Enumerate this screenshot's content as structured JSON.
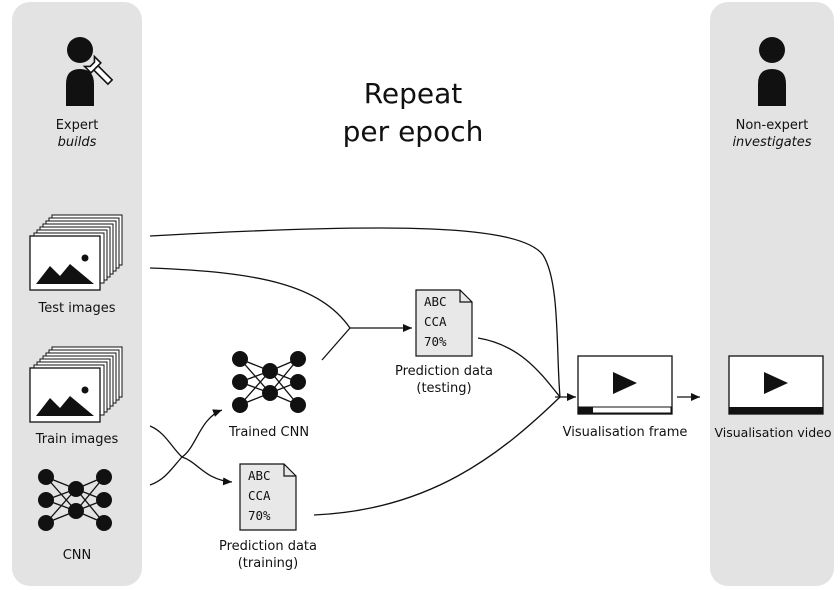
{
  "title": {
    "line1": "Repeat",
    "line2": "per epoch"
  },
  "expert": {
    "role": "Expert",
    "action": "builds",
    "icon": "expert-wrench-icon"
  },
  "non_expert": {
    "role": "Non-expert",
    "action": "investigates",
    "icon": "person-icon"
  },
  "inputs": {
    "test_images": "Test images",
    "train_images": "Train images",
    "cnn": "CNN"
  },
  "trained_cnn": "Trained CNN",
  "prediction_testing": {
    "lines": [
      "ABC",
      "CCA",
      "70%"
    ],
    "label1": "Prediction data",
    "label2": "(testing)"
  },
  "prediction_training": {
    "lines": [
      "ABC",
      "CCA",
      "70%"
    ],
    "label1": "Prediction data",
    "label2": "(training)"
  },
  "visualisation_frame": "Visualisation frame",
  "visualisation_video": "Visualisation video",
  "colors": {
    "panel": "#e3e3e3",
    "ink": "#111111",
    "doc_fill": "#e8e8e8"
  }
}
